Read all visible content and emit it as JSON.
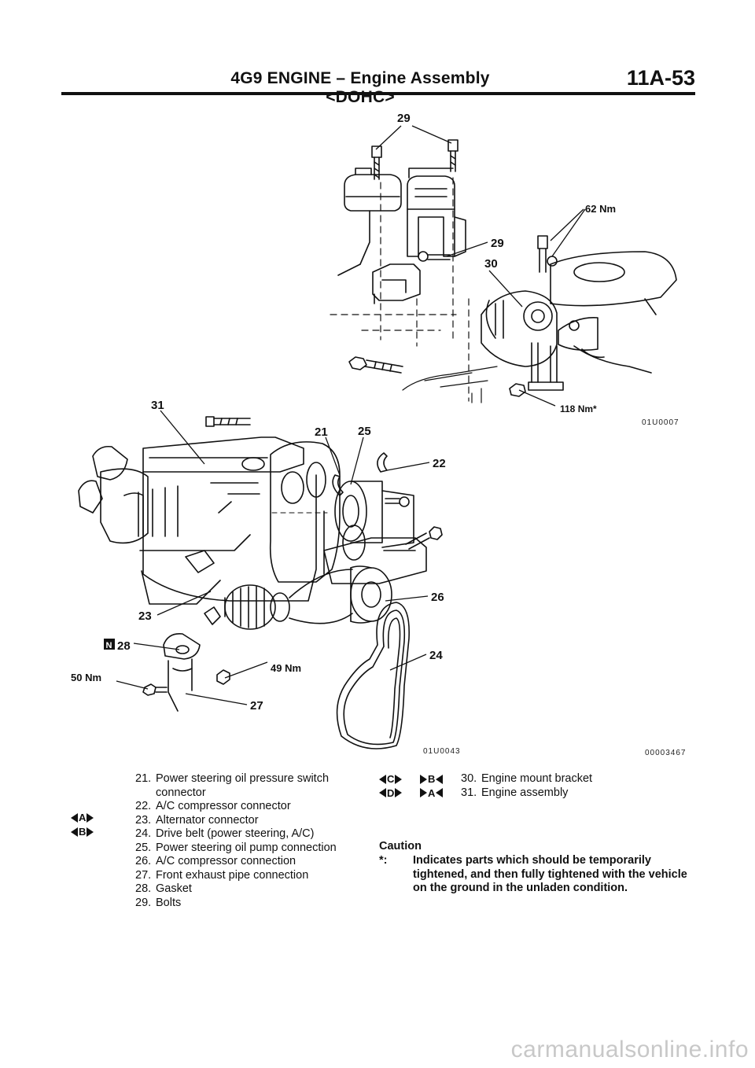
{
  "header": {
    "title": "4G9 ENGINE – Engine Assembly <DOHC>",
    "page": "11A-53"
  },
  "diagram": {
    "callouts": {
      "c29_top": "29",
      "c29_side": "29",
      "c30": "30",
      "c31": "31",
      "c21": "21",
      "c25": "25",
      "c22": "22",
      "c26": "26",
      "c24": "24",
      "c23": "23",
      "c28": "28",
      "c27": "27",
      "t62": "62 Nm",
      "t118": "118 Nm*",
      "t49": "49 Nm",
      "t50": "50 Nm",
      "n_mark": "N"
    },
    "refs": {
      "r1": "01U0007",
      "r2": "01U0043",
      "r3": "00003467"
    }
  },
  "legend_left": [
    {
      "num": "21.",
      "text": "Power steering oil pressure switch connector"
    },
    {
      "num": "22.",
      "text": "A/C compressor connector"
    },
    {
      "num": "23.",
      "text": "Alternator connector"
    },
    {
      "num": "24.",
      "text": "Drive belt (power steering, A/C)"
    },
    {
      "num": "25.",
      "text": "Power steering oil pump connection"
    },
    {
      "num": "26.",
      "text": "A/C compressor connection"
    },
    {
      "num": "27.",
      "text": "Front exhaust pipe connection"
    },
    {
      "num": "28.",
      "text": "Gasket"
    },
    {
      "num": "29.",
      "text": "Bolts"
    }
  ],
  "side_marks": [
    "A",
    "B"
  ],
  "legend_right": [
    {
      "remove": "C",
      "install": "B",
      "num": "30.",
      "text": "Engine mount bracket"
    },
    {
      "remove": "D",
      "install": "A",
      "num": "31.",
      "text": "Engine assembly"
    }
  ],
  "caution": {
    "heading": "Caution",
    "star": "*:",
    "text": "Indicates parts which should be temporarily tightened, and then fully tightened with the vehicle on the ground in the unladen condition."
  },
  "footer": {
    "watermark": "carmanualsonline.info"
  }
}
